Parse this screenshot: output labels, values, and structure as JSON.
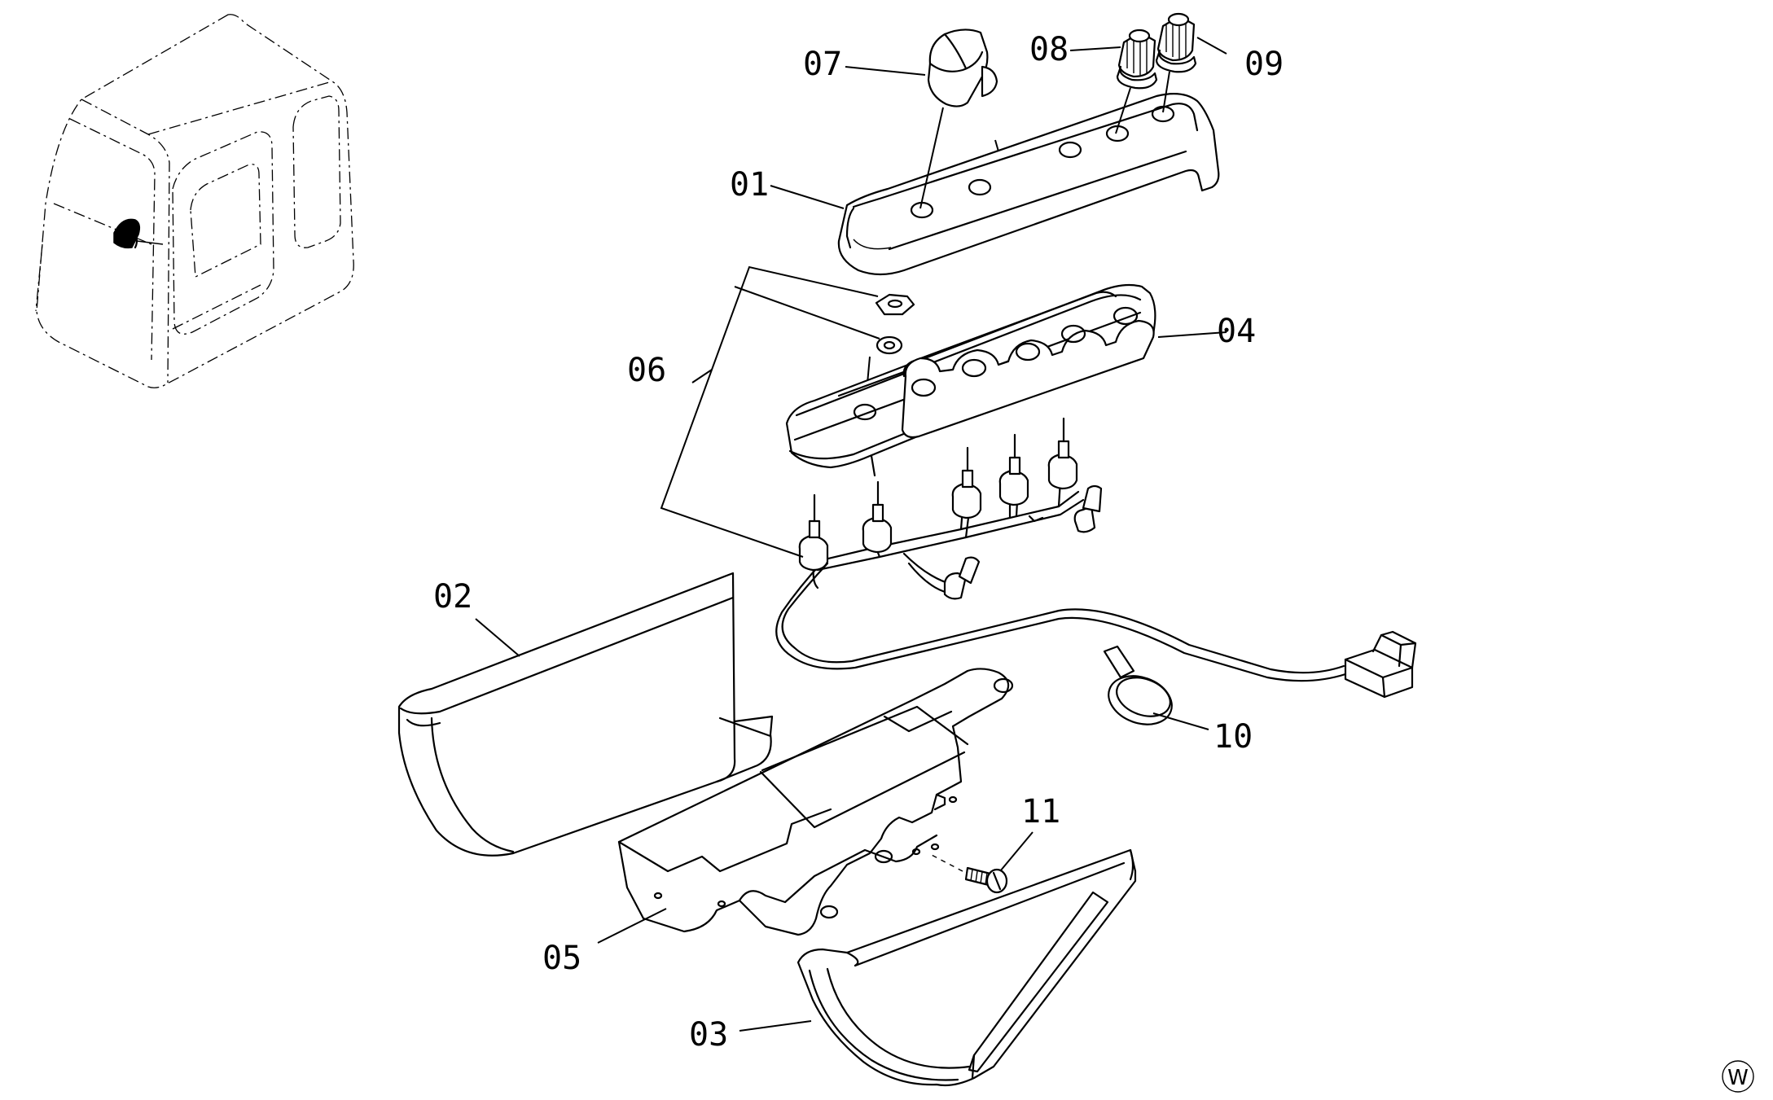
{
  "diagram": {
    "callouts": [
      "01",
      "02",
      "03",
      "04",
      "05",
      "06",
      "07",
      "08",
      "09",
      "10",
      "11"
    ],
    "corner_mark": "W"
  }
}
